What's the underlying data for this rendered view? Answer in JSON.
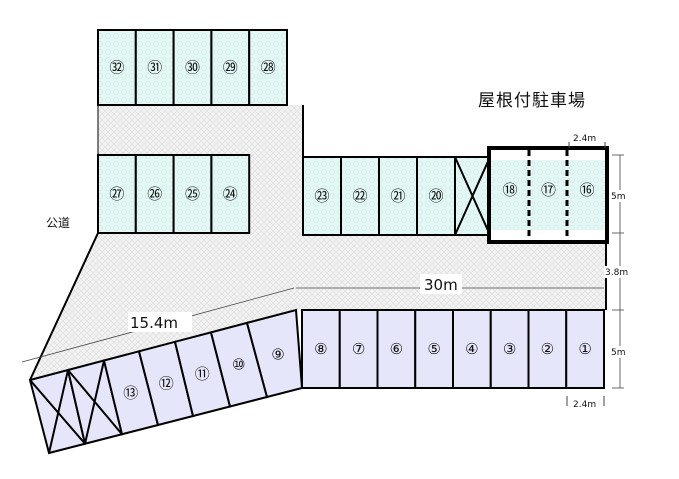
{
  "title": "屋根付駐車場",
  "road_label": "公道",
  "dimensions": {
    "length_main": "30m",
    "length_slant": "15.4m",
    "width_top": "2.4m",
    "width_bottom": "2.4m",
    "depth_roofed": "5m",
    "aisle": "3.8m",
    "depth_lower": "5m"
  },
  "spots": {
    "top_row": [
      "㉜",
      "㉛",
      "㉚",
      "㉙",
      "㉘"
    ],
    "middle_left": [
      "㉗",
      "㉖",
      "㉕",
      "㉔"
    ],
    "middle_right": [
      "㉓",
      "㉒",
      "㉑",
      "⑳"
    ],
    "roofed": [
      "⑱",
      "⑰",
      "⑯"
    ],
    "lower_row": [
      "⑧",
      "⑦",
      "⑥",
      "⑤",
      "④",
      "③",
      "②",
      "①"
    ],
    "slanted": [
      "⑬",
      "⑫",
      "⑪",
      "⑩",
      "⑨"
    ]
  },
  "colors": {
    "spot_cyan": "#e4f7f5",
    "spot_lavender": "#e6e6fa",
    "aisle_gray": "#efefef"
  }
}
